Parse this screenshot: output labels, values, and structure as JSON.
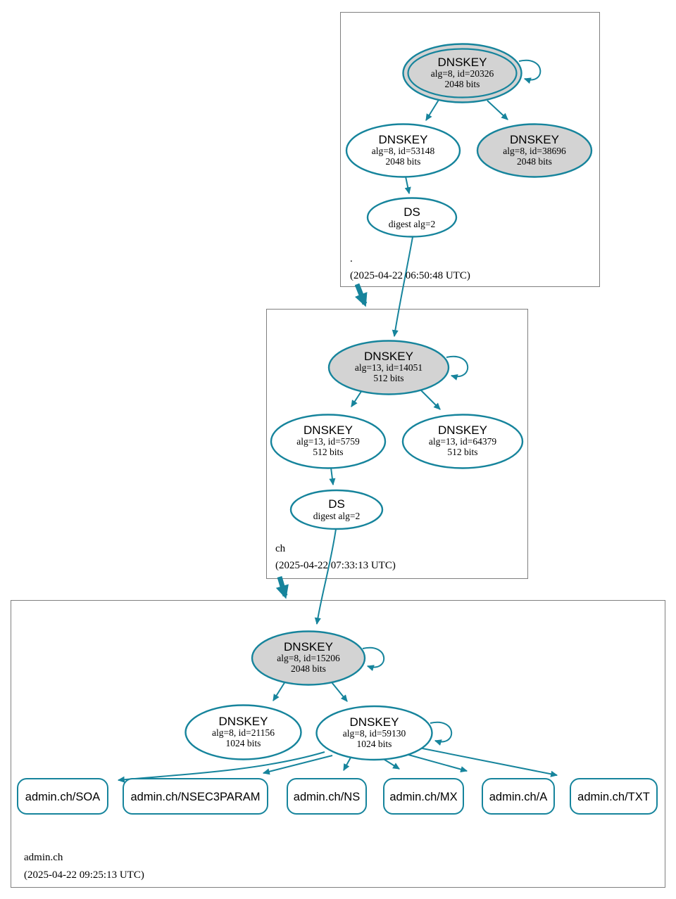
{
  "colors": {
    "secure": "#16849c",
    "node-gray": "#d3d3d3",
    "box-border": "#7f7f7f"
  },
  "zones": [
    {
      "label": ".",
      "timestamp": "(2025-04-22 06:50:48 UTC)",
      "nodes": {
        "ksk": {
          "title": "DNSKEY",
          "detail1": "alg=8, id=20326",
          "detail2": "2048 bits"
        },
        "zsk": {
          "title": "DNSKEY",
          "detail1": "alg=8, id=53148",
          "detail2": "2048 bits"
        },
        "extra": {
          "title": "DNSKEY",
          "detail1": "alg=8, id=38696",
          "detail2": "2048 bits"
        },
        "ds": {
          "title": "DS",
          "detail1": "digest alg=2"
        }
      }
    },
    {
      "label": "ch",
      "timestamp": "(2025-04-22 07:33:13 UTC)",
      "nodes": {
        "ksk": {
          "title": "DNSKEY",
          "detail1": "alg=13, id=14051",
          "detail2": "512 bits"
        },
        "zsk": {
          "title": "DNSKEY",
          "detail1": "alg=13, id=5759",
          "detail2": "512 bits"
        },
        "extra": {
          "title": "DNSKEY",
          "detail1": "alg=13, id=64379",
          "detail2": "512 bits"
        },
        "ds": {
          "title": "DS",
          "detail1": "digest alg=2"
        }
      }
    },
    {
      "label": "admin.ch",
      "timestamp": "(2025-04-22 09:25:13 UTC)",
      "nodes": {
        "ksk": {
          "title": "DNSKEY",
          "detail1": "alg=8, id=15206",
          "detail2": "2048 bits"
        },
        "zsk1": {
          "title": "DNSKEY",
          "detail1": "alg=8, id=21156",
          "detail2": "1024 bits"
        },
        "zsk2": {
          "title": "DNSKEY",
          "detail1": "alg=8, id=59130",
          "detail2": "1024 bits"
        }
      },
      "rrsets": [
        {
          "label": "admin.ch/SOA"
        },
        {
          "label": "admin.ch/NSEC3PARAM"
        },
        {
          "label": "admin.ch/NS"
        },
        {
          "label": "admin.ch/MX"
        },
        {
          "label": "admin.ch/A"
        },
        {
          "label": "admin.ch/TXT"
        }
      ]
    }
  ]
}
